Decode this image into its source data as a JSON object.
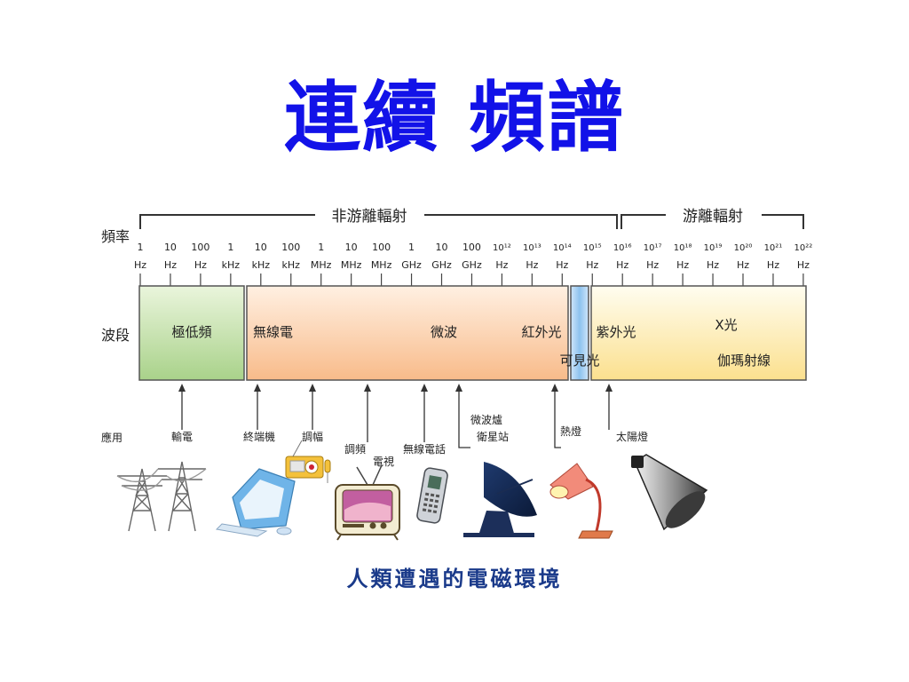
{
  "title": "連續 頻譜",
  "caption": "人類遭遇的電磁環境",
  "row_labels": {
    "frequency": "頻率",
    "band": "波段",
    "application": "應用"
  },
  "groups": {
    "non_ionizing": "非游離輻射",
    "ionizing": "游離輻射"
  },
  "frequencies": [
    {
      "num": "1",
      "unit": "Hz"
    },
    {
      "num": "10",
      "unit": "Hz"
    },
    {
      "num": "100",
      "unit": "Hz"
    },
    {
      "num": "1",
      "unit": "kHz"
    },
    {
      "num": "10",
      "unit": "kHz"
    },
    {
      "num": "100",
      "unit": "kHz"
    },
    {
      "num": "1",
      "unit": "MHz"
    },
    {
      "num": "10",
      "unit": "MHz"
    },
    {
      "num": "100",
      "unit": "MHz"
    },
    {
      "num": "1",
      "unit": "GHz"
    },
    {
      "num": "10",
      "unit": "GHz"
    },
    {
      "num": "100",
      "unit": "GHz"
    },
    {
      "num": "10¹²",
      "unit": "Hz"
    },
    {
      "num": "10¹³",
      "unit": "Hz"
    },
    {
      "num": "10¹⁴",
      "unit": "Hz"
    },
    {
      "num": "10¹⁵",
      "unit": "Hz"
    },
    {
      "num": "10¹⁶",
      "unit": "Hz"
    },
    {
      "num": "10¹⁷",
      "unit": "Hz"
    },
    {
      "num": "10¹⁸",
      "unit": "Hz"
    },
    {
      "num": "10¹⁹",
      "unit": "Hz"
    },
    {
      "num": "10²⁰",
      "unit": "Hz"
    },
    {
      "num": "10²¹",
      "unit": "Hz"
    },
    {
      "num": "10²²",
      "unit": "Hz"
    }
  ],
  "bands": {
    "elf": "極低頻",
    "radio": "無線電",
    "microwave": "微波",
    "infrared": "紅外光",
    "visible": "可見光",
    "ultraviolet": "紫外光",
    "xray": "X光",
    "gamma": "伽瑪射線"
  },
  "colors": {
    "title": "#1212e8",
    "elf": "#b9dc9b",
    "radio": "#fbc9a0",
    "visible": "#9cc9ee",
    "ionizing": "#fbe79e",
    "caption": "#1a3a8a"
  },
  "applications": {
    "power": "輸電",
    "terminal": "終端機",
    "am": "調幅",
    "fm": "調頻",
    "tv": "電視",
    "phone": "無線電話",
    "microwave_oven": "微波爐",
    "satellite": "衛星站",
    "heat_lamp": "熱燈",
    "sun_lamp": "太陽燈"
  },
  "icons": [
    "power-tower-icon",
    "computer-terminal-icon",
    "radio-icon",
    "television-icon",
    "mobile-phone-icon",
    "satellite-dish-icon",
    "heat-lamp-icon",
    "sun-lamp-icon"
  ]
}
